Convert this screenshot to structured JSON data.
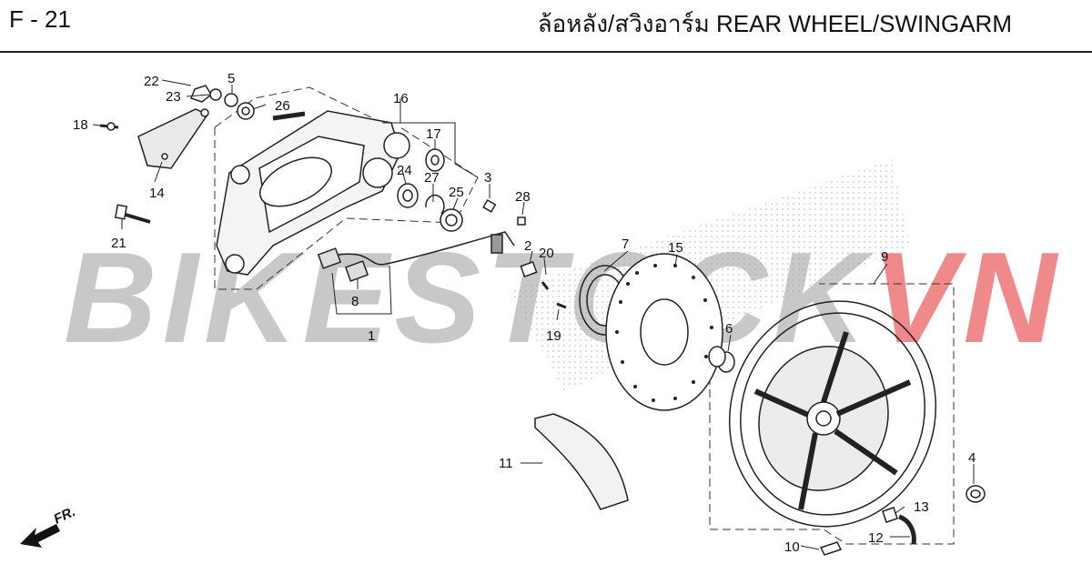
{
  "header": {
    "code": "F - 21",
    "title": "ล้อหลัง/สวิงอาร์ม  REAR WHEEL/SWINGARM"
  },
  "watermark": {
    "part1": "BIKESTOCK",
    "part2": "VN",
    "color1": "#c8c8c8",
    "color2": "#f08a8a"
  },
  "direction_marker": "FR.",
  "callouts": [
    "22",
    "5",
    "23",
    "26",
    "16",
    "18",
    "17",
    "14",
    "24",
    "27",
    "3",
    "25",
    "28",
    "21",
    "7",
    "15",
    "9",
    "2",
    "20",
    "8",
    "1",
    "19",
    "6",
    "11",
    "4",
    "13",
    "12",
    "10"
  ]
}
